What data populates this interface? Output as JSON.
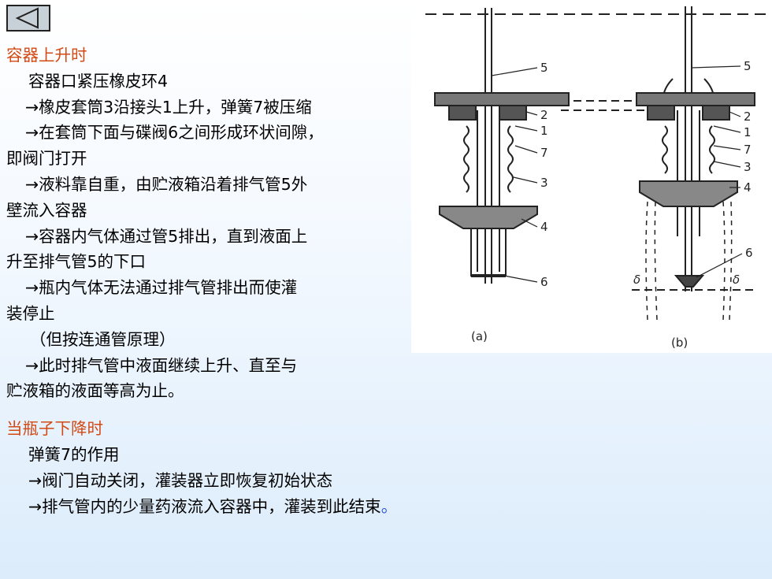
{
  "nav": {
    "back_icon": "left-triangle-icon"
  },
  "section1": {
    "heading": "容器上升时",
    "lines": [
      "容器口紧压橡皮环4",
      "→橡皮套筒3沿接头1上升，弹簧7被压缩",
      "→在套筒下面与碟阀6之间形成环状间隙，",
      "即阀门打开",
      "→液料靠自重，由贮液箱沿着排气管5外",
      "壁流入容器",
      "→容器内气体通过管5排出，直到液面上",
      "升至排气管5的下口",
      "→瓶内气体无法通过排气管排出而使灌",
      "装停止",
      "（但按连通管原理）",
      "→此时排气管中液面继续上升、直至与",
      "贮液箱的液面等高为止。"
    ]
  },
  "section2": {
    "heading": "当瓶子下降时",
    "lines": [
      "弹簧7的作用",
      "→阀门自动关闭，灌装器立即恢复初始状态",
      "→排气管内的少量药液流入容器中，灌装到此结束"
    ],
    "end_mark": "。"
  },
  "figure": {
    "caption_a": "(a)",
    "caption_b": "(b)",
    "labels_a": [
      "5",
      "2",
      "1",
      "7",
      "3",
      "4",
      "6"
    ],
    "labels_b": [
      "5",
      "2",
      "1",
      "7",
      "3",
      "4",
      "6"
    ],
    "delta": "δ"
  },
  "colors": {
    "heading": "#d24a14",
    "end_mark": "#2a54d8"
  }
}
